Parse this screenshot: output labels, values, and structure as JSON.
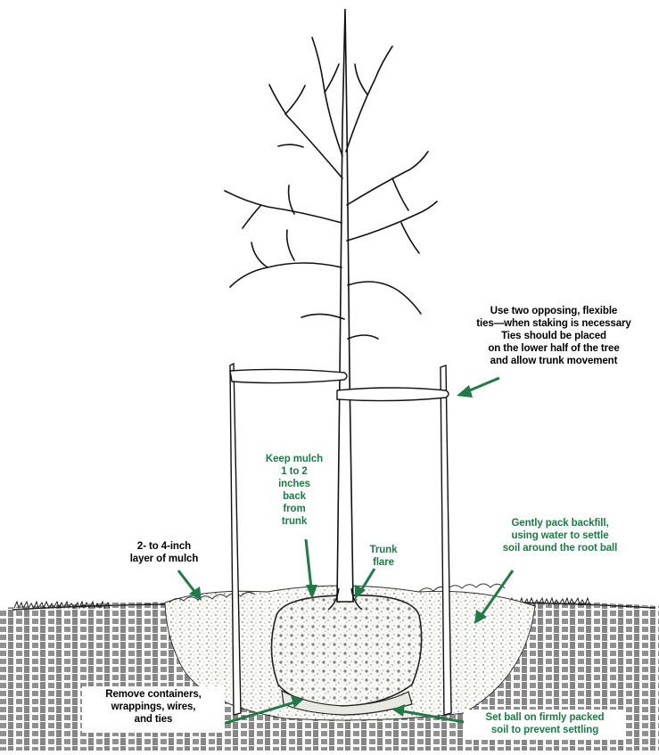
{
  "colors": {
    "ink": "#111111",
    "green": "#1f7a45",
    "paper": "#ffffff"
  },
  "labels": {
    "staking": [
      "Use two opposing, flexible",
      "ties—when staking is necessary",
      "Ties should be placed",
      "on the lower half of the tree",
      "and allow trunk movement"
    ],
    "keep_mulch": [
      "Keep mulch",
      "1 to 2",
      "inches",
      "back",
      "from",
      "trunk"
    ],
    "trunk_flare": [
      "Trunk",
      "flare"
    ],
    "mulch_layer": [
      "2- to 4-inch",
      "layer of mulch"
    ],
    "backfill": [
      "Gently pack backfill,",
      "using water to settle",
      "soil around the root ball"
    ],
    "remove": [
      "Remove containers,",
      "wrappings, wires,",
      "and ties"
    ],
    "set_ball": [
      "Set  ball on firmly packed",
      "soil to prevent settling"
    ]
  }
}
